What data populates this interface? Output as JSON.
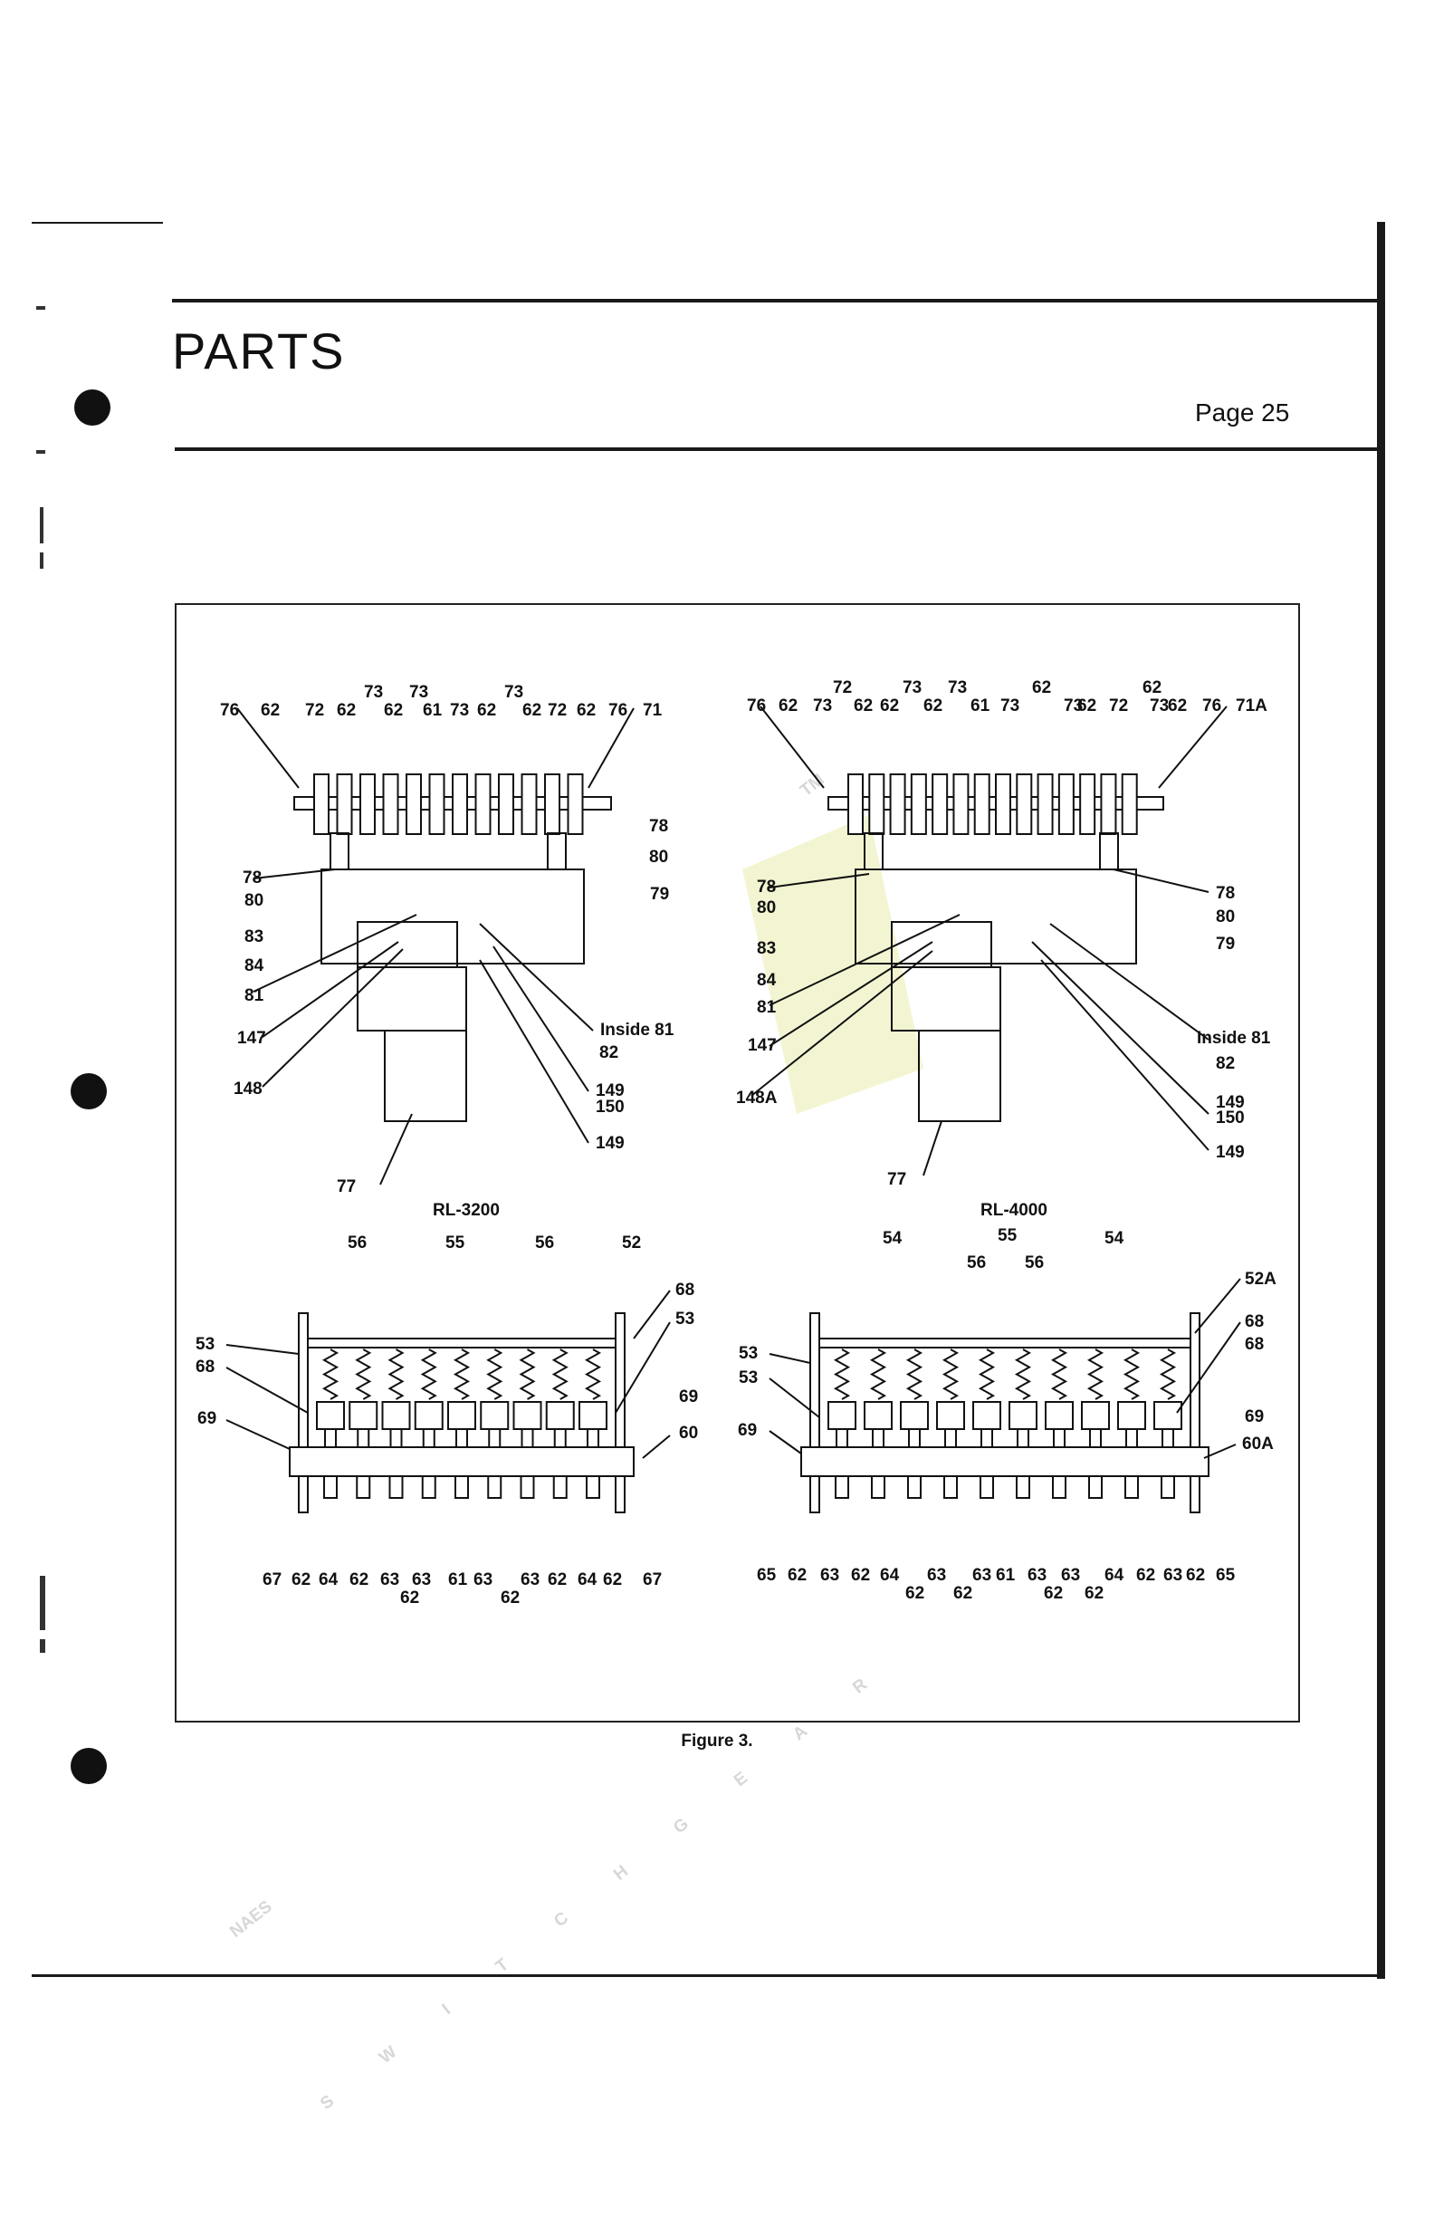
{
  "page": {
    "section_title": "PARTS",
    "page_number": "Page 25"
  },
  "figure": {
    "caption": "Figure 3.",
    "top_left": {
      "callouts_top": [
        "76",
        "62",
        "72",
        "62",
        "73",
        "62",
        "73",
        "61",
        "73",
        "62",
        "73",
        "62",
        "72",
        "62",
        "76",
        "71"
      ],
      "callouts_side": [
        "78",
        "80",
        "83",
        "84",
        "81",
        "147",
        "148",
        "79",
        "78",
        "80",
        "Inside 81",
        "82",
        "149",
        "150",
        "149",
        "77"
      ]
    },
    "top_right": {
      "callouts_top": [
        "76",
        "62",
        "73",
        "62",
        "72",
        "62",
        "73",
        "62",
        "73",
        "61",
        "73",
        "62",
        "73",
        "62",
        "72",
        "62",
        "73",
        "62",
        "76",
        "71A"
      ],
      "callouts_side": [
        "78",
        "80",
        "83",
        "84",
        "81",
        "147",
        "148A",
        "78",
        "80",
        "79",
        "Inside 81",
        "82",
        "149",
        "150",
        "149",
        "77"
      ]
    },
    "bottom_left": {
      "model": "RL-3200",
      "callouts_top": [
        "56",
        "55",
        "56",
        "52",
        "68",
        "53",
        "68",
        "53",
        "69",
        "69",
        "60"
      ],
      "callouts_bottom": [
        "67",
        "62",
        "64",
        "62",
        "63",
        "63",
        "61",
        "63",
        "63",
        "62",
        "64",
        "62",
        "67",
        "62",
        "62"
      ]
    },
    "bottom_right": {
      "model": "RL-4000",
      "callouts_top": [
        "54",
        "55",
        "56",
        "56",
        "54",
        "52A",
        "68",
        "53",
        "68",
        "53",
        "69",
        "69",
        "60A"
      ],
      "callouts_bottom": [
        "65",
        "62",
        "63",
        "62",
        "64",
        "63",
        "63",
        "61",
        "63",
        "63",
        "64",
        "62",
        "63",
        "62",
        "65",
        "62",
        "62",
        "62",
        "62"
      ]
    }
  },
  "watermark": {
    "logo": "NAES",
    "text": "SWITCHGEAR",
    "tm": "TM"
  },
  "colors": {
    "ink": "#111111",
    "watermark": "#d7d7d7",
    "watermark_accent": "#f3f5d2"
  }
}
